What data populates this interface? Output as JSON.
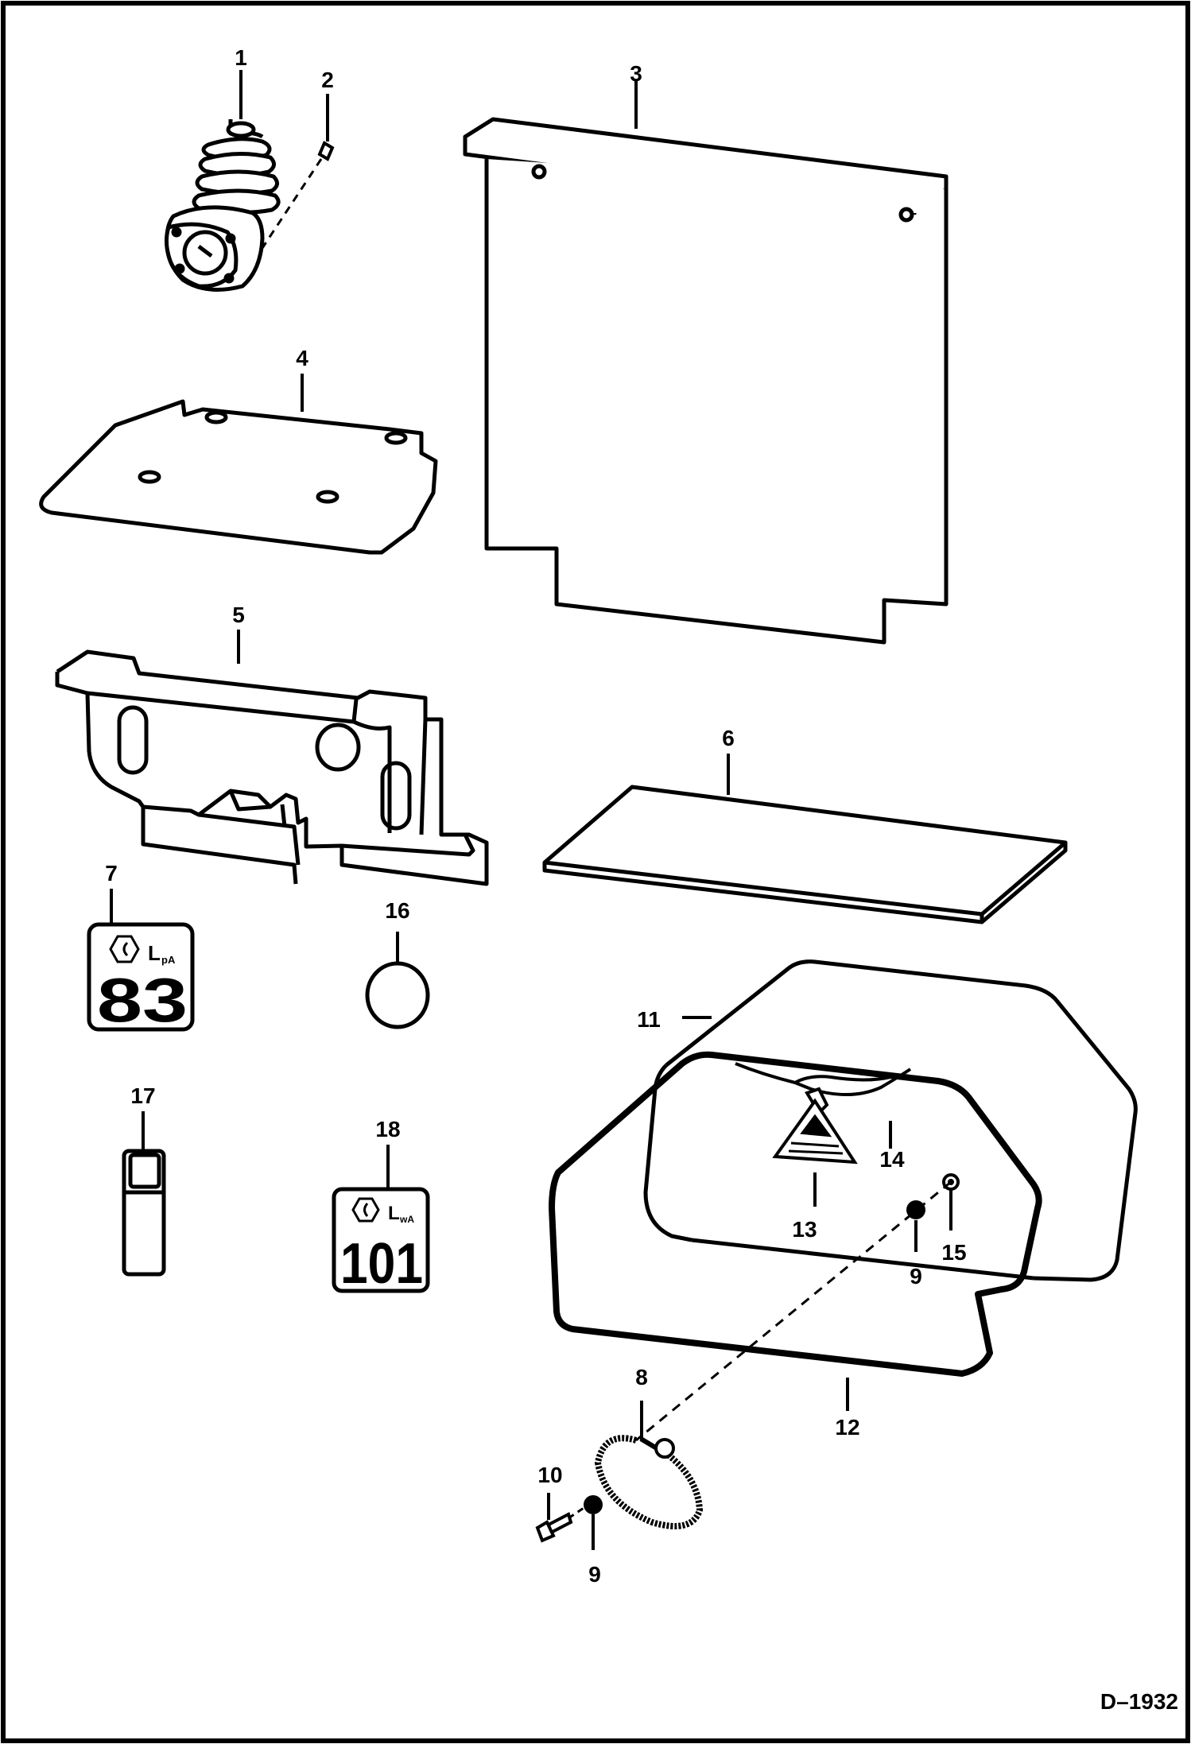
{
  "drawing_ref": "D–1932",
  "callouts": [
    "1",
    "2",
    "3",
    "4",
    "5",
    "6",
    "7",
    "16",
    "11",
    "17",
    "18",
    "14",
    "13",
    "15",
    "9",
    "12",
    "8",
    "10",
    "9"
  ],
  "decal_83": {
    "symbol_label": "L",
    "symbol_sub": "pA",
    "value": "83"
  },
  "decal_101": {
    "symbol_label": "L",
    "symbol_sub": "wA",
    "value": "101"
  }
}
